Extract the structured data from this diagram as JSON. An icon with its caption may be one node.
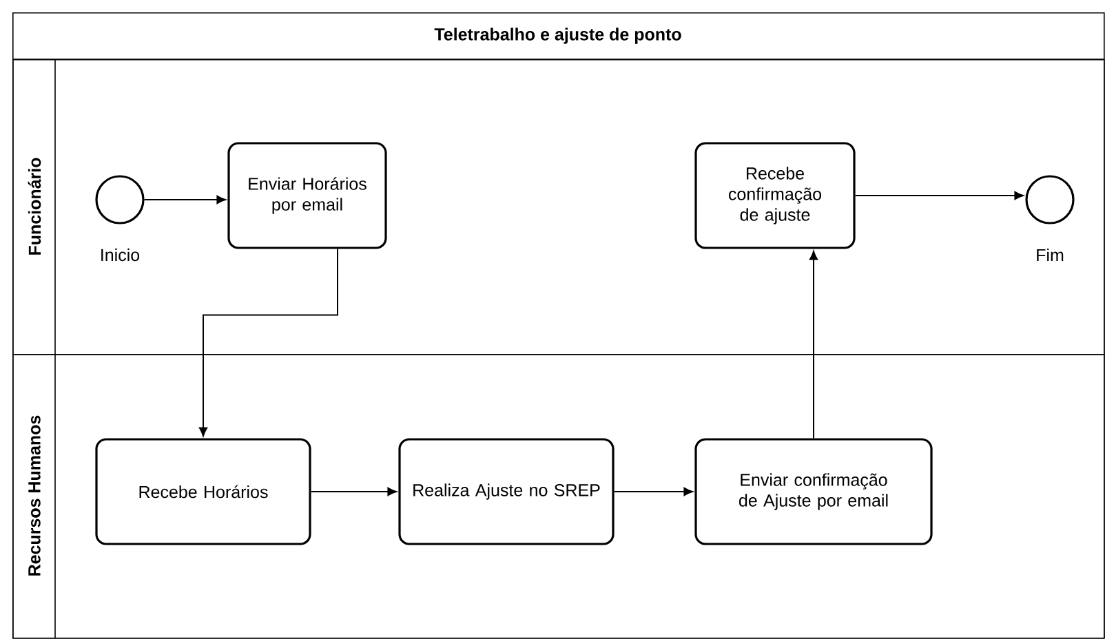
{
  "diagram": {
    "nodes": [
      {
        "text": [
          "Teletrabalho e ajuste de ponto"
        ]
      },
      {
        "text": [
          "Funcionário"
        ],
        "in": 0
      },
      {
        "text": [],
        "shape": "circle",
        "beside": [
          "Inicio"
        ],
        "in": 1
      },
      {
        "text": [
          "Enviar Horários por email"
        ],
        "in": 1
      },
      {
        "text": [
          "Recebe confirmação de ajuste"
        ],
        "in": 1
      },
      {
        "text": [],
        "shape": "circle",
        "beside": [
          "Fim"
        ],
        "in": 1
      },
      {
        "text": [
          "Recursos Humanos"
        ],
        "in": 0
      },
      {
        "text": [
          "Recebe Horários"
        ],
        "in": 6
      },
      {
        "text": [
          "Realiza Ajuste no SREP"
        ],
        "in": 6
      },
      {
        "text": [
          "Enviar confirmação de Ajuste por email"
        ],
        "in": 6
      }
    ],
    "edges": [
      {
        "from": 2,
        "to": 3,
        "arrow": "to"
      },
      {
        "from": 3,
        "to": 7,
        "arrow": "to"
      },
      {
        "from": 7,
        "to": 8,
        "arrow": "to"
      },
      {
        "from": 8,
        "to": 9,
        "arrow": "to"
      },
      {
        "from": 9,
        "to": 4,
        "arrow": "to"
      },
      {
        "from": 4,
        "to": 5,
        "arrow": "to"
      }
    ]
  }
}
